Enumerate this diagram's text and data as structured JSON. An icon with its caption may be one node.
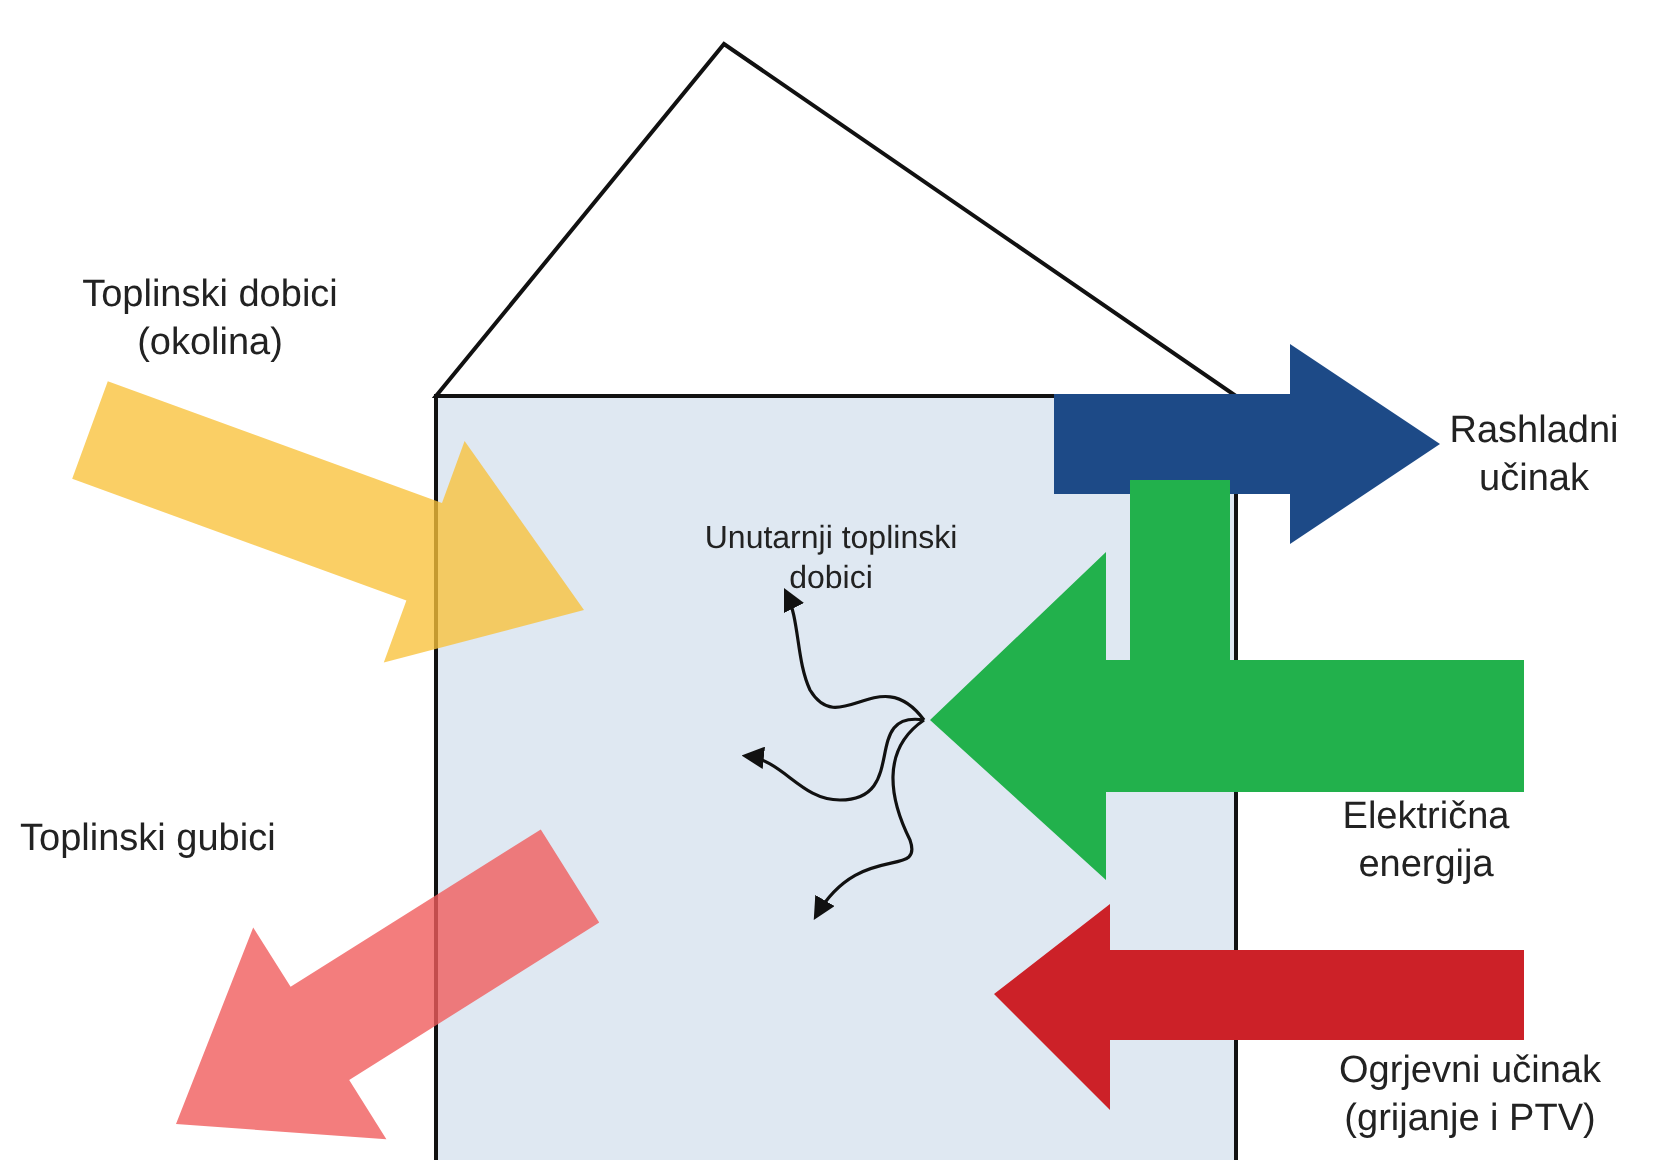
{
  "diagram": {
    "labels": [
      "Toplinski dobici (okolina)",
      "Rashladni učinak",
      "Unutarnji toplinski dobici",
      "Toplinski gubici",
      "Električna energija",
      "Ogrjevni učinak (grijanje i PTV)"
    ]
  }
}
